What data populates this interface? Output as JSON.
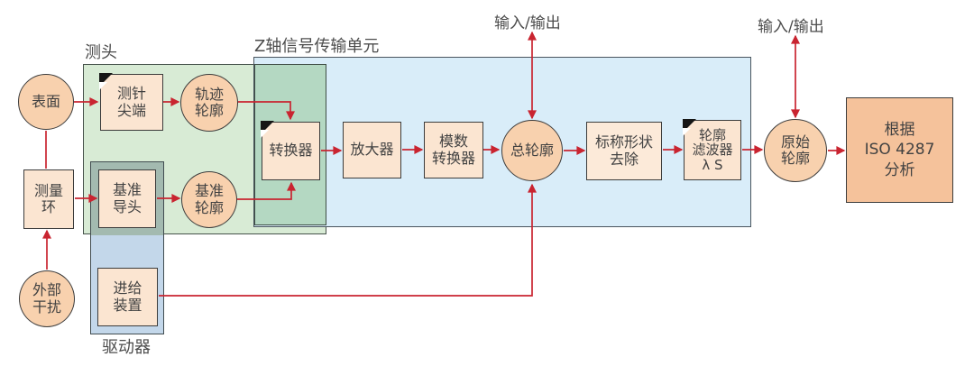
{
  "labels": {
    "probe": "测头",
    "z_unit": "Z轴信号传输单元",
    "io_top_left": "输入/输出",
    "io_top_right": "输入/输出",
    "drive": "驱动器"
  },
  "nodes": {
    "surface": "表面",
    "measuring_loop": "测量\n环",
    "external_disturbance": "外部\n干扰",
    "stylus_tip": "测针\n尖端",
    "trace_profile": "轨迹\n轮廓",
    "datum_guide": "基准\n导头",
    "datum_profile": "基准\n轮廓",
    "transducer": "转换器",
    "amplifier": "放大器",
    "ad_converter": "模数\n转换器",
    "total_profile": "总轮廓",
    "nominal_form_removal": "标称形状\n去除",
    "profile_filter": "轮廓\n滤波器\nλ S",
    "primary_profile": "原始\n轮廓",
    "feed_device": "进给\n装置",
    "iso_analysis": "根据\nISO 4287\n分析"
  },
  "colors": {
    "arrow_red": "#c92430",
    "node_border": "#3c3c3c",
    "box_fill": "#fbe5d1",
    "circle_fill": "#f8d1ae",
    "iso_box_fill": "#f5c29b",
    "probe_box_fill": "#d8ebd5",
    "z_unit_box_fill": "#b4d8c2",
    "io_chain_box_fill": "#d9edf9",
    "drive_box_top_fill": "#a3bab0",
    "drive_box_bottom_fill": "#c3d7ea"
  }
}
